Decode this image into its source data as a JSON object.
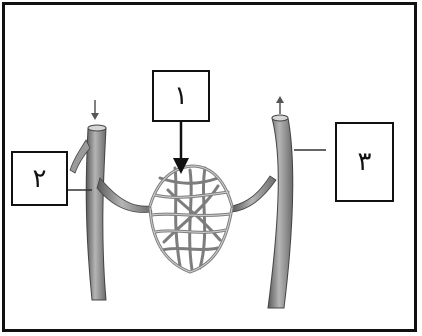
{
  "labels": {
    "one": "١",
    "two": "٢",
    "three": "٣"
  },
  "colors": {
    "vessel": "#8c8c8c",
    "vessel_light": "#c4c4c4",
    "vessel_dark": "#555555",
    "border": "#111111"
  }
}
